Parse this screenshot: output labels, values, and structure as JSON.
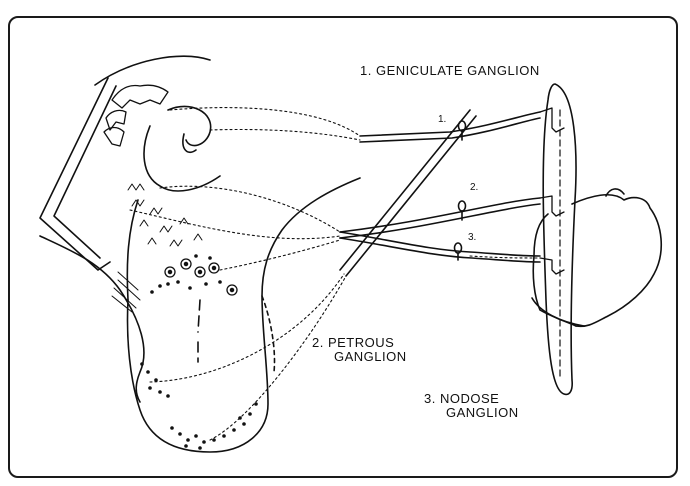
{
  "labels": {
    "geniculate": "1. GENICULATE GANGLION",
    "petrous_line1": "2. PETROUS",
    "petrous_line2": "GANGLION",
    "nodose_line1": "3. NODOSE",
    "nodose_line2": "GANGLION"
  },
  "branch_numbers": [
    "1.",
    "2.",
    "3."
  ],
  "colors": {
    "ink": "#111111",
    "frame": "#1a1a1a",
    "background": "#ffffff"
  }
}
